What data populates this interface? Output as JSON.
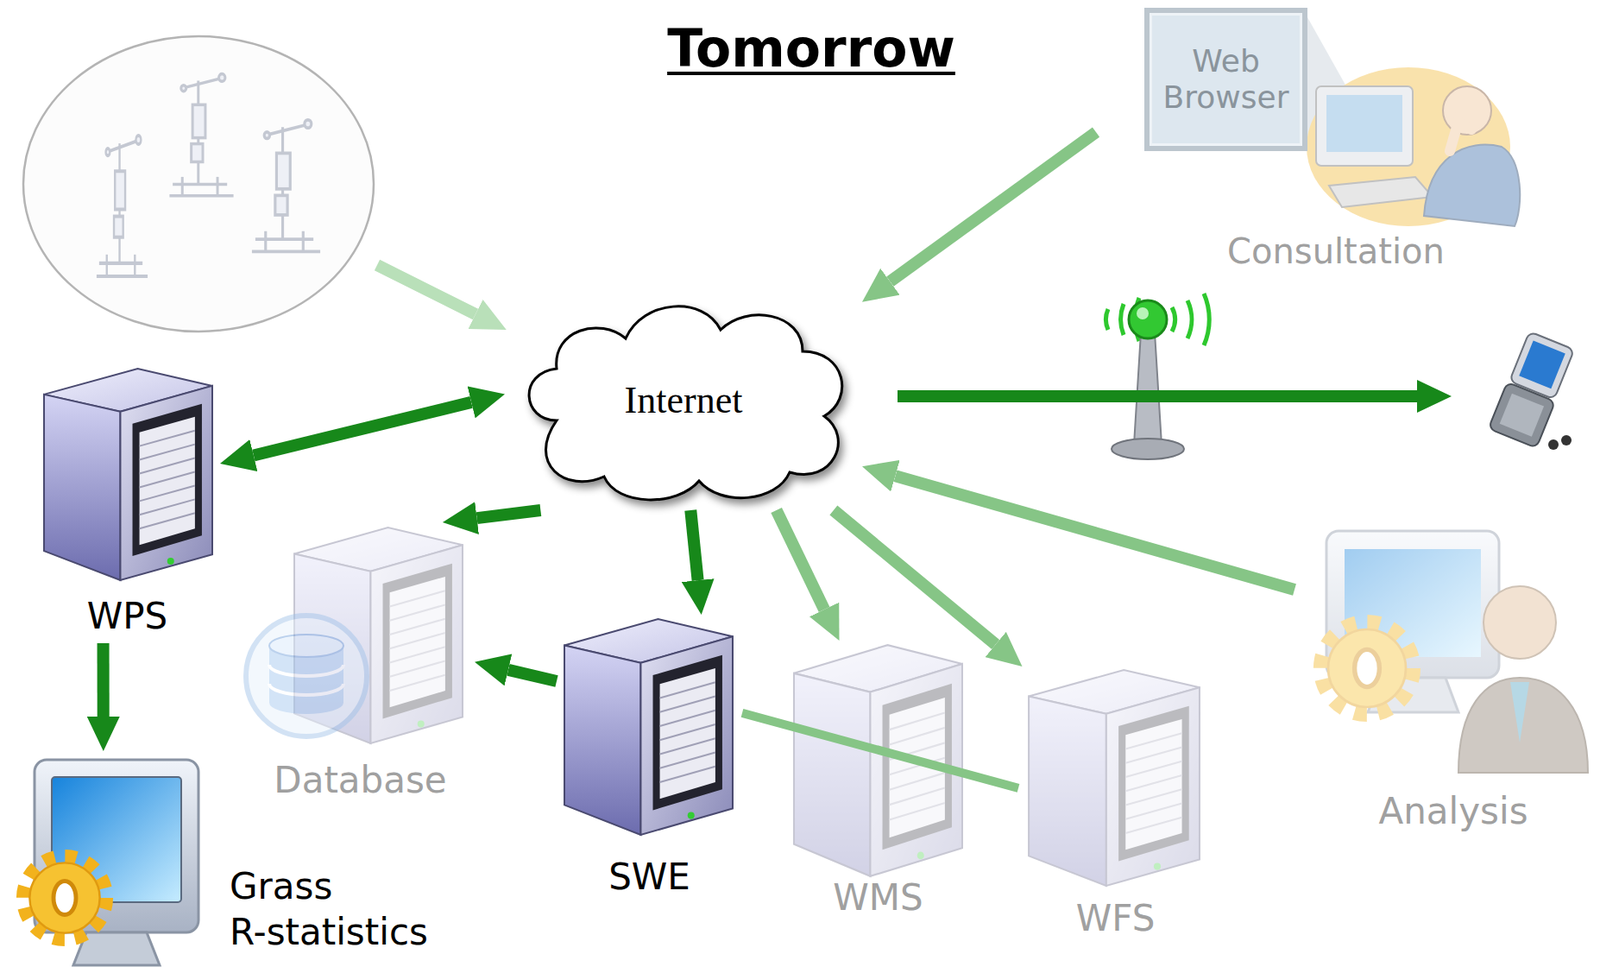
{
  "diagram": {
    "title": "Tomorrow",
    "nodes": [
      {
        "text": [
          "Consultation"
        ]
      },
      {
        "text": [
          "Web Browser"
        ],
        "in": 0
      },
      {
        "text": [
          "Internet"
        ]
      },
      {
        "text": [
          "WPS"
        ]
      },
      {
        "text": [
          "Database"
        ]
      },
      {
        "text": [
          "SWE"
        ]
      },
      {
        "text": [
          "WMS"
        ]
      },
      {
        "text": [
          "WFS"
        ]
      },
      {
        "text": [
          "Analysis"
        ]
      },
      {
        "text": [
          "Grass R-statistics"
        ]
      }
    ],
    "edges": [
      {
        "from": 0,
        "to": 2,
        "arrow": "to"
      },
      {
        "from": 2,
        "to": 3,
        "arrow": "both"
      },
      {
        "from": 2,
        "to": 4,
        "arrow": "to"
      },
      {
        "from": 2,
        "to": 5,
        "arrow": "to"
      },
      {
        "from": 2,
        "to": 6,
        "arrow": "to"
      },
      {
        "from": 2,
        "to": 7,
        "arrow": "to"
      },
      {
        "from": 8,
        "to": 2,
        "arrow": "to"
      },
      {
        "from": 3,
        "to": 9,
        "arrow": "to"
      },
      {
        "from": 5,
        "to": 4,
        "arrow": "to"
      },
      {
        "from": 5,
        "to": 7,
        "arrow": "none"
      }
    ]
  }
}
